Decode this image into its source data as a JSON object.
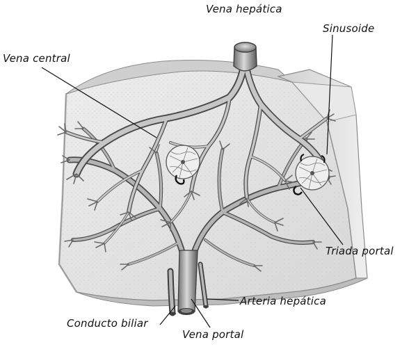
{
  "labels": {
    "hepatic_vein": "Vena hepática",
    "sinusoid": "Sinusoide",
    "central_vein": "Vena central",
    "portal_triad": "Triada portal",
    "hepatic_artery": "Arteria hepática",
    "bile_duct": "Conducto biliar",
    "portal_vein": "Vena portal"
  },
  "colors": {
    "tissue_fill": "#e4e4e4",
    "tissue_edge": "#8a8a8a",
    "vessel_fill": "#a9a9a9",
    "vessel_dark": "#4a4a4a",
    "vessel_light": "#d8d8d8",
    "lead_line": "#111111"
  }
}
